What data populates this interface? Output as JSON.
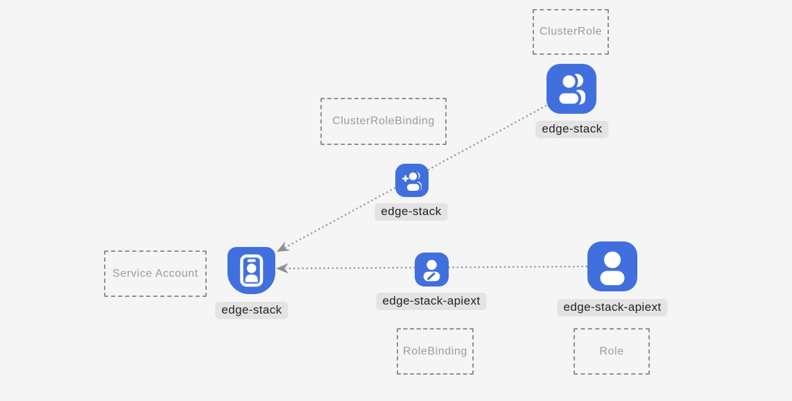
{
  "background": "#f5f5f6",
  "colors": {
    "icon_blue": "#4170de",
    "icon_glyph_white": "#ffffff",
    "label_bg": "#e3e3e4",
    "label_text": "#222222",
    "dashed_box_border": "#8f8f8f",
    "dashed_box_text": "#9b9b9b",
    "dotted_line": "#9c9c9c",
    "arrowhead": "#8e8e8e"
  },
  "type_boxes": [
    {
      "label": "ClusterRole"
    },
    {
      "label": "ClusterRoleBinding"
    },
    {
      "label": "Service Account"
    },
    {
      "label": "RoleBinding"
    },
    {
      "label": "Role"
    }
  ],
  "resources": [
    {
      "name": "edge-stack",
      "type_box": "ClusterRole",
      "icon": "users-icon"
    },
    {
      "name": "edge-stack",
      "type_box": "ClusterRoleBinding",
      "icon": "user-plus-icon"
    },
    {
      "name": "edge-stack",
      "type_box": "Service Account",
      "icon": "id-badge-icon"
    },
    {
      "name": "edge-stack-apiext",
      "type_box": "RoleBinding",
      "icon": "user-edit-icon"
    },
    {
      "name": "edge-stack-apiext",
      "type_box": "Role",
      "icon": "user-icon"
    }
  ],
  "edges": [
    {
      "from": "ClusterRole edge-stack",
      "through": "ClusterRoleBinding edge-stack",
      "to": "Service Account edge-stack",
      "style": "dotted, arrow at Service Account"
    },
    {
      "from": "Role edge-stack-apiext",
      "through": "RoleBinding edge-stack-apiext",
      "to": "Service Account edge-stack",
      "style": "dotted, arrow at Service Account"
    }
  ]
}
